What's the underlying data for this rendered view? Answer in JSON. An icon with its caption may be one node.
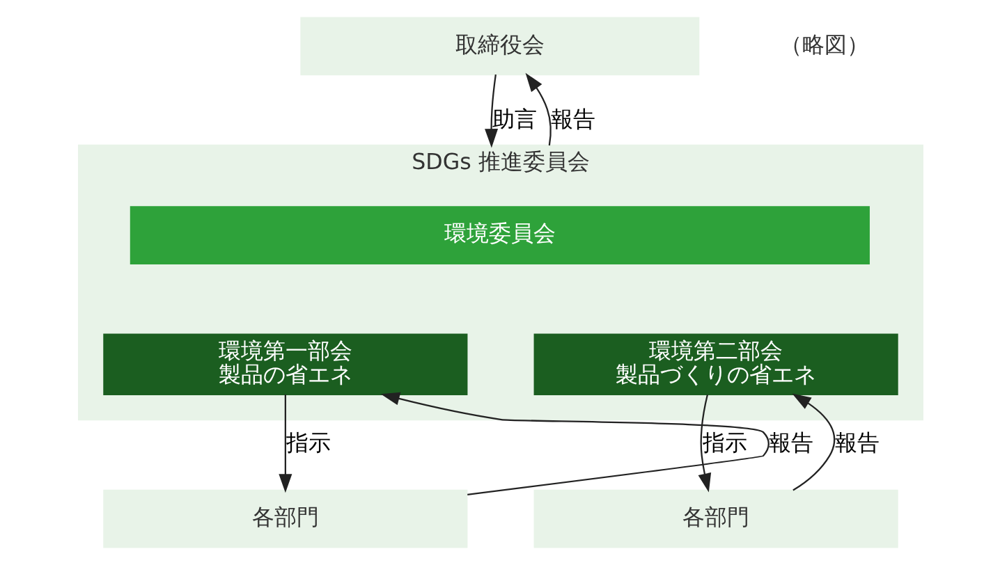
{
  "diagram": {
    "nodes": [
      {
        "text": [
          "取締役会"
        ]
      },
      {
        "text": [
          "SDGs 推進委員会"
        ]
      },
      {
        "text": [
          "環境委員会"
        ],
        "in": 1
      },
      {
        "text": [
          "環境第一部会",
          "製品の省エネ"
        ],
        "in": 1
      },
      {
        "text": [
          "環境第二部会",
          "製品づくりの省エネ"
        ],
        "in": 1
      },
      {
        "text": [
          "各部門"
        ]
      },
      {
        "text": [
          "各部門"
        ]
      }
    ],
    "edges": [
      {
        "from": 0,
        "to": 1,
        "arrow": "to",
        "label": "助言"
      },
      {
        "from": 1,
        "to": 0,
        "arrow": "to",
        "label": "報告"
      },
      {
        "from": 3,
        "to": 5,
        "arrow": "to",
        "label": "指示"
      },
      {
        "from": 5,
        "to": 3,
        "arrow": "to",
        "label": "報告"
      },
      {
        "from": 4,
        "to": 6,
        "arrow": "to",
        "label": "指示"
      },
      {
        "from": 6,
        "to": 4,
        "arrow": "to",
        "label": "報告"
      }
    ],
    "labels": [
      "（略図）"
    ]
  }
}
